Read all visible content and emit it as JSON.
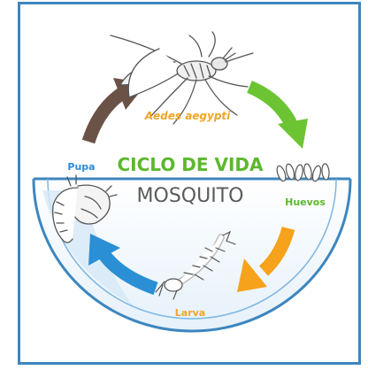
{
  "title_line1": "CICLO DE VIDA",
  "title_line2": "MOSQUITO",
  "stages": {
    "adult": "Aedes aegypti",
    "eggs": "Huevos",
    "larva": "Larva",
    "pupa": "Pupa"
  },
  "colors": {
    "frame": "#3d86bf",
    "title_green": "#5cb82d",
    "title_gray": "#5b5b5b",
    "arrow_brown": "#6b5247",
    "arrow_green": "#6cc433",
    "arrow_orange": "#f6a21b",
    "arrow_blue": "#2a8fd4",
    "pupa_label": "#2b8ad6",
    "adult_label": "#f0a628",
    "eggs_label": "#5cb82d",
    "larva_label": "#f0a628"
  }
}
